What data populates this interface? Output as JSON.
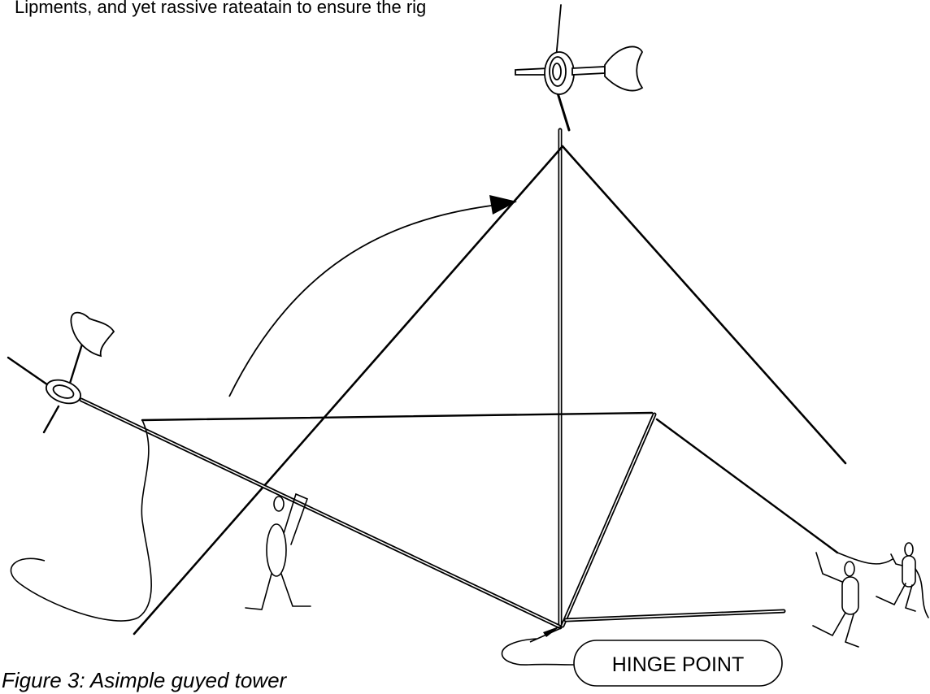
{
  "top_fragment": "Lipments, and yet rassive rateatain to ensure the rig",
  "hinge_label": "HINGE POINT",
  "caption": "Figure 3:  Asimple guyed tower",
  "colors": {
    "ink": "#000000",
    "paper": "#ffffff"
  }
}
